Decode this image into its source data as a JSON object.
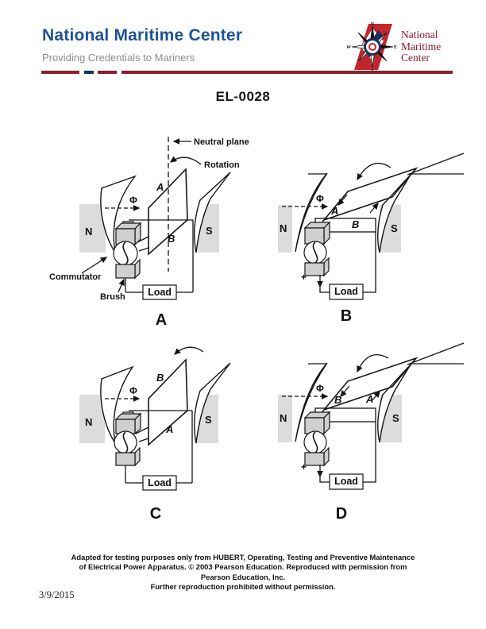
{
  "theme": {
    "accent_blue": "#1e5295",
    "maroon": "#8a1f2b",
    "logo_red": "#c1272d",
    "logo_navy": "#1b2f5e",
    "subtitle_gray": "#8c8c8c",
    "pole_gray": "#dcdcdc",
    "ink": "#151515"
  },
  "header": {
    "title": "National Maritime Center",
    "subtitle": "Providing Credentials to Mariners",
    "logo": {
      "line1": "National",
      "line2": "Maritime",
      "line3": "Center",
      "compass": {
        "n": "N",
        "s": "S",
        "e": "E",
        "w": "W"
      }
    }
  },
  "figure": {
    "code": "EL-0028",
    "labels": {
      "neutral_plane": "Neutral plane",
      "rotation": "Rotation",
      "commutator": "Commutator",
      "brush": "Brush"
    },
    "diagrams": [
      {
        "caption": "A",
        "north": "N",
        "south": "S",
        "flux": "Φ",
        "load": "Load",
        "side_top": "A",
        "side_bottom": "B"
      },
      {
        "caption": "B",
        "north": "N",
        "south": "S",
        "flux": "Φ",
        "load": "Load",
        "side_left": "A",
        "side_right": "B",
        "polarity": "+"
      },
      {
        "caption": "C",
        "north": "N",
        "south": "S",
        "flux": "Φ",
        "load": "Load",
        "side_top": "B",
        "side_bottom": "A"
      },
      {
        "caption": "D",
        "north": "N",
        "south": "S",
        "flux": "Φ",
        "load": "Load",
        "side_left": "B",
        "side_right": "A",
        "polarity": "+"
      }
    ]
  },
  "footer": {
    "line1": "Adapted for testing purposes only from HUBERT, Operating, Testing and Preventive Maintenance",
    "line2": "of Electrical Power Apparatus. © 2003 Pearson Education. Reproduced with permission from",
    "line3": "Pearson Education, Inc.",
    "line4": "Further reproduction prohibited without permission.",
    "date": "3/9/2015"
  }
}
